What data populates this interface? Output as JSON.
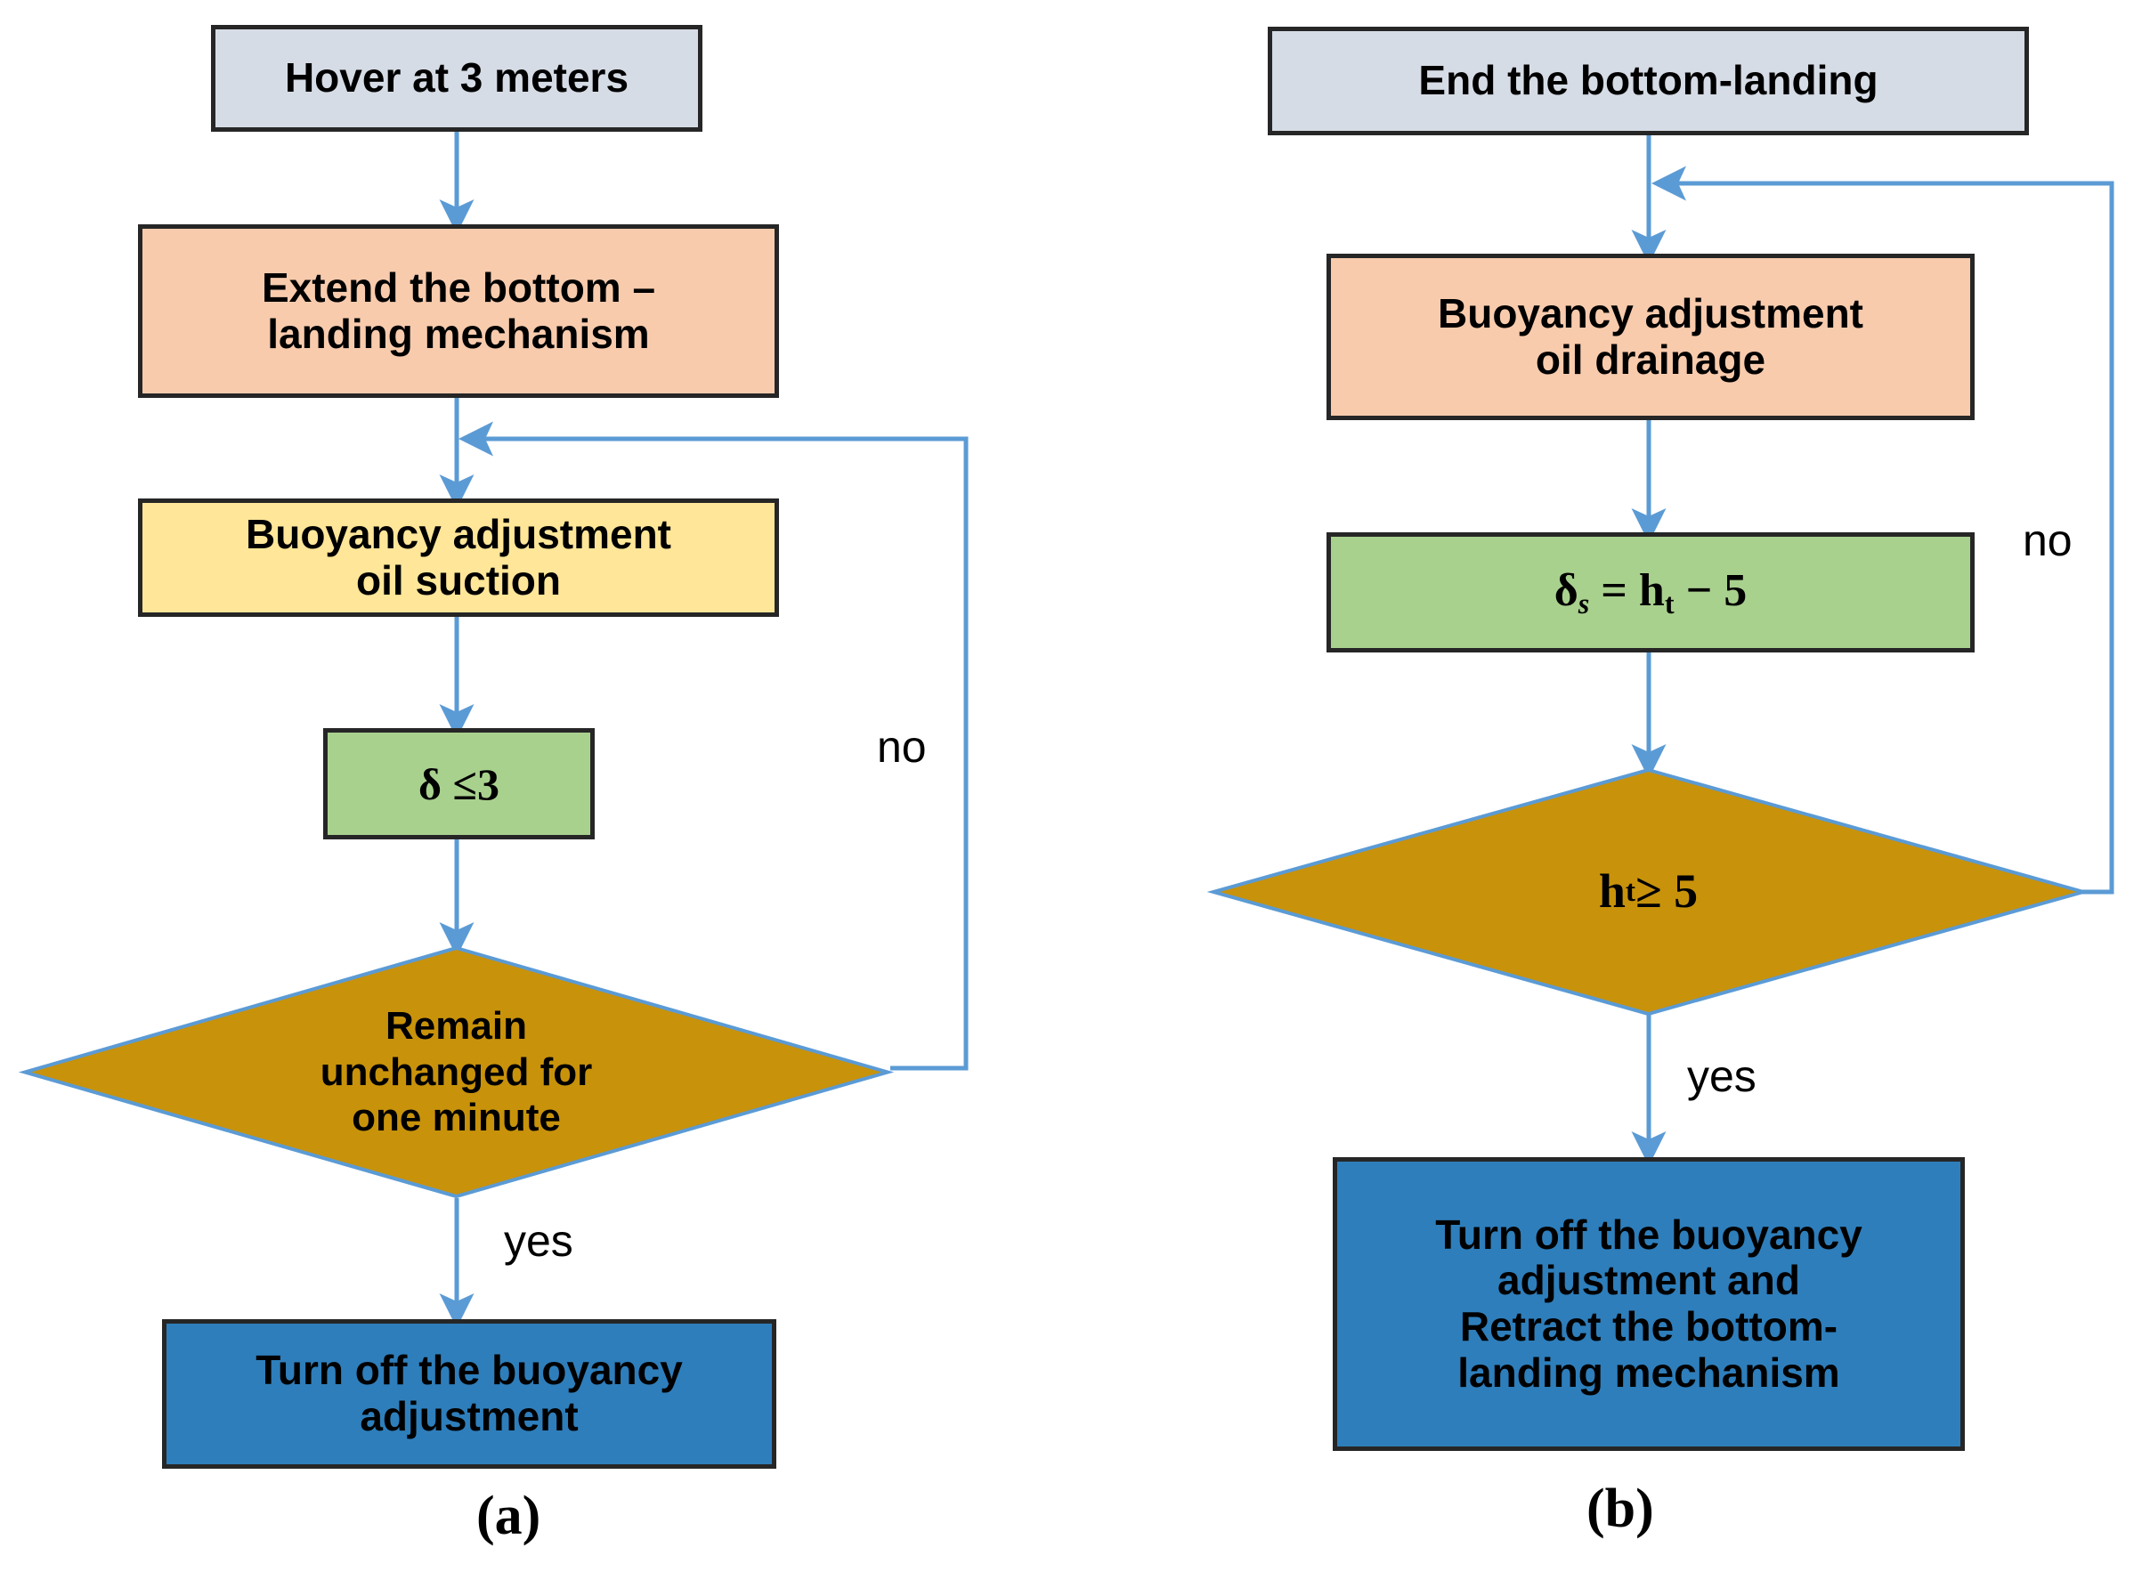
{
  "figure": {
    "type": "flowchart",
    "panels": [
      {
        "caption": "(a)",
        "nodes": [
          {
            "id": "a1",
            "shape": "rectangle",
            "label": "Hover at 3 meters",
            "fill": "#d6dce5"
          },
          {
            "id": "a2",
            "shape": "rectangle",
            "label": "Extend the bottom – landing mechanism",
            "line1": "Extend the bottom –",
            "line2": "landing mechanism",
            "fill": "#f8cbad"
          },
          {
            "id": "a3",
            "shape": "rectangle",
            "label": "Buoyancy adjustment oil suction",
            "line1": "Buoyancy adjustment",
            "line2": "oil suction",
            "fill": "#ffe699"
          },
          {
            "id": "a4",
            "shape": "rectangle",
            "label": "δ ≤3",
            "fill": "#a9d18e"
          },
          {
            "id": "a5",
            "shape": "diamond",
            "label": "Remain unchanged for one minute",
            "line1": "Remain",
            "line2": "unchanged for",
            "line3": "one minute",
            "fill": "#c8920b"
          },
          {
            "id": "a6",
            "shape": "rectangle",
            "label": "Turn off the buoyancy adjustment",
            "line1": "Turn off the buoyancy",
            "line2": "adjustment",
            "fill": "#2e7ebb"
          }
        ],
        "edges": [
          {
            "from": "a1",
            "to": "a2",
            "label": ""
          },
          {
            "from": "a2",
            "to": "a3",
            "label": ""
          },
          {
            "from": "a3",
            "to": "a4",
            "label": ""
          },
          {
            "from": "a4",
            "to": "a5",
            "label": ""
          },
          {
            "from": "a5",
            "to": "a3",
            "label": "no"
          },
          {
            "from": "a5",
            "to": "a6",
            "label": "yes"
          }
        ]
      },
      {
        "caption": "(b)",
        "nodes": [
          {
            "id": "b1",
            "shape": "rectangle",
            "label": "End the bottom-landing",
            "fill": "#d6dce5"
          },
          {
            "id": "b2",
            "shape": "rectangle",
            "label": "Buoyancy adjustment oil drainage",
            "line1": "Buoyancy adjustment",
            "line2": "oil drainage",
            "fill": "#f8cbad"
          },
          {
            "id": "b3",
            "shape": "rectangle",
            "label": "δs = ht − 5",
            "fill": "#a9d18e"
          },
          {
            "id": "b4",
            "shape": "diamond",
            "label": "ht ≥ 5",
            "fill": "#c8920b"
          },
          {
            "id": "b5",
            "shape": "rectangle",
            "label": "Turn off the buoyancy adjustment and Retract the bottom-landing mechanism",
            "line1": "Turn off the buoyancy",
            "line2": "adjustment and",
            "line3": "Retract the bottom-",
            "line4": "landing mechanism",
            "fill": "#2e7ebb"
          }
        ],
        "edges": [
          {
            "from": "b1",
            "to": "b2",
            "label": ""
          },
          {
            "from": "b2",
            "to": "b3",
            "label": ""
          },
          {
            "from": "b3",
            "to": "b4",
            "label": ""
          },
          {
            "from": "b4",
            "to": "b2",
            "label": "no"
          },
          {
            "from": "b4",
            "to": "b5",
            "label": "yes"
          }
        ]
      }
    ]
  },
  "panel_a": {
    "hover_box": "Hover at 3 meters",
    "extend_line1": "Extend the bottom –",
    "extend_line2": "landing mechanism",
    "suction_line1": "Buoyancy adjustment",
    "suction_line2": "oil suction",
    "delta_box": "δ ≤3",
    "decision_line1": "Remain",
    "decision_line2": "unchanged for",
    "decision_line3": "one minute",
    "turnoff_line1": "Turn off the buoyancy",
    "turnoff_line2": "adjustment",
    "label_no": "no",
    "label_yes": "yes",
    "caption": "(a)"
  },
  "panel_b": {
    "end_box": "End the bottom-landing",
    "drain_line1": "Buoyancy adjustment",
    "drain_line2": "oil drainage",
    "formula_delta": "δ",
    "formula_delta_sub": "s",
    "formula_eq": " = h",
    "formula_h_sub": "t",
    "formula_tail": " − 5",
    "decision_h": "h",
    "decision_h_sub": "t",
    "decision_tail": " ≥ 5",
    "turnoff_line1": "Turn off the buoyancy",
    "turnoff_line2": "adjustment and",
    "turnoff_line3": "Retract the bottom-",
    "turnoff_line4": "landing mechanism",
    "label_no": "no",
    "label_yes": "yes",
    "caption": "(b)"
  },
  "colors": {
    "terminal": "#d6dce5",
    "process_orange": "#f8cbad",
    "process_yellow": "#ffe699",
    "compute_green": "#a9d18e",
    "decision_gold": "#c8920b",
    "result_blue": "#2e7ebb",
    "arrow_blue": "#5b9bd5",
    "border_dark": "#262626",
    "text_black": "#000000",
    "background": "#ffffff"
  }
}
